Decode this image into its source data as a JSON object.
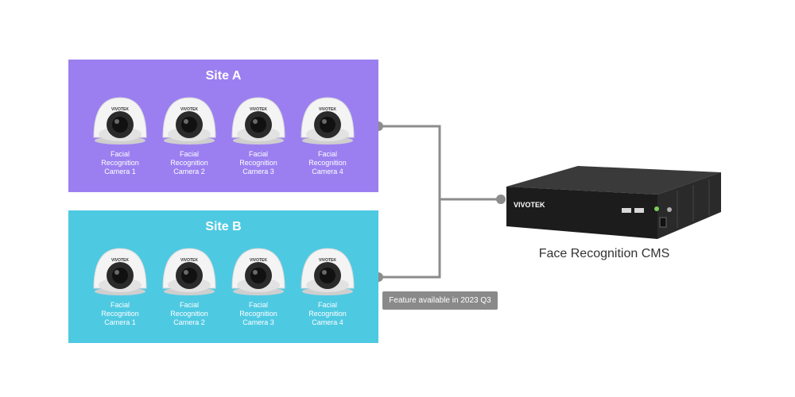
{
  "sites": [
    {
      "title": "Site A",
      "cameras": [
        {
          "line1": "Facial",
          "line2": "Recognition",
          "line3": "Camera  1"
        },
        {
          "line1": "Facial",
          "line2": "Recognition",
          "line3": "Camera  2"
        },
        {
          "line1": "Facial",
          "line2": "Recognition",
          "line3": "Camera  3"
        },
        {
          "line1": "Facial",
          "line2": "Recognition",
          "line3": "Camera  4"
        }
      ]
    },
    {
      "title": "Site B",
      "cameras": [
        {
          "line1": "Facial",
          "line2": "Recognition",
          "line3": "Camera  1"
        },
        {
          "line1": "Facial",
          "line2": "Recognition",
          "line3": "Camera  2"
        },
        {
          "line1": "Facial",
          "line2": "Recognition",
          "line3": "Camera  3"
        },
        {
          "line1": "Facial",
          "line2": "Recognition",
          "line3": "Camera  4"
        }
      ]
    }
  ],
  "camera_logo": "VIVOTEK",
  "badge": "Feature available  in 2023 Q3",
  "cms": {
    "label": "Face Recognition CMS",
    "brand": "VIVOTEK"
  },
  "colors": {
    "site_a": "#9b7ff0",
    "site_b": "#4ec9e2",
    "connector": "#8c8c8c"
  }
}
